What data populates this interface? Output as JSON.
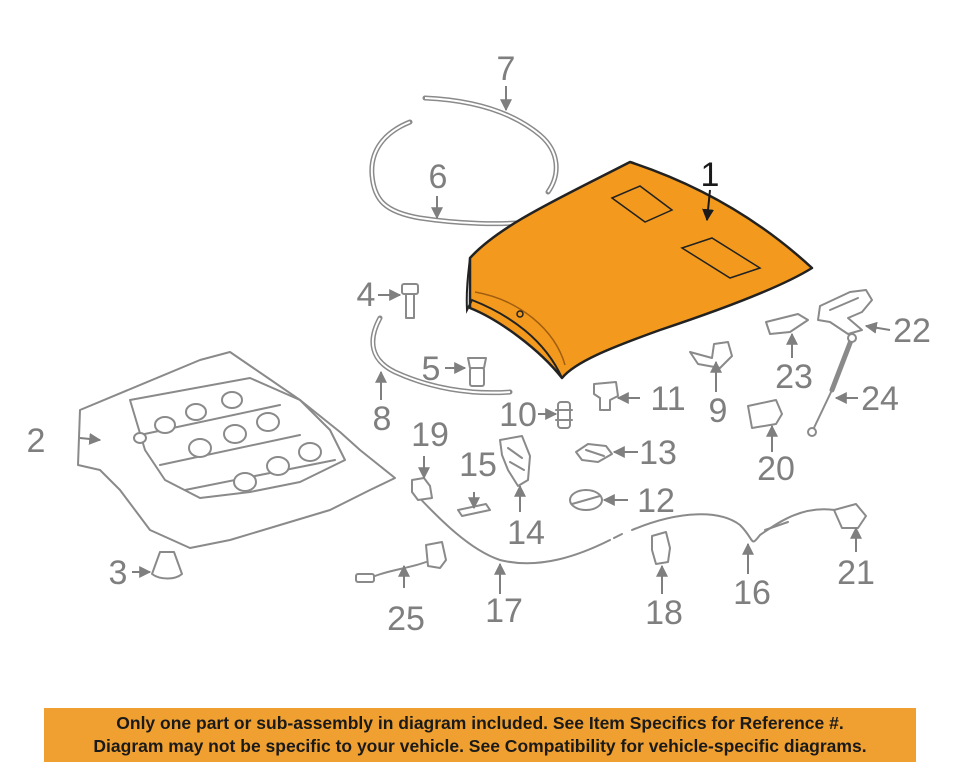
{
  "callouts": {
    "p1": "1",
    "p2": "2",
    "p3": "3",
    "p4": "4",
    "p5": "5",
    "p6": "6",
    "p7": "7",
    "p8": "8",
    "p9": "9",
    "p10": "10",
    "p11": "11",
    "p12": "12",
    "p13": "13",
    "p14": "14",
    "p15": "15",
    "p16": "16",
    "p17": "17",
    "p18": "18",
    "p19": "19",
    "p20": "20",
    "p21": "21",
    "p22": "22",
    "p23": "23",
    "p24": "24",
    "p25": "25"
  },
  "colors": {
    "hood_fill": "#f39a1e",
    "hood_stroke": "#222222",
    "part_stroke": "#8a8a8a",
    "label_gray": "#7f7f7f",
    "banner_bg": "#f0a030"
  },
  "disclaimer": {
    "line1": "Only one part or sub-assembly in diagram included. See Item Specifics for Reference #.",
    "line2": "Diagram may not be specific to your vehicle. See Compatibility for vehicle-specific diagrams."
  }
}
